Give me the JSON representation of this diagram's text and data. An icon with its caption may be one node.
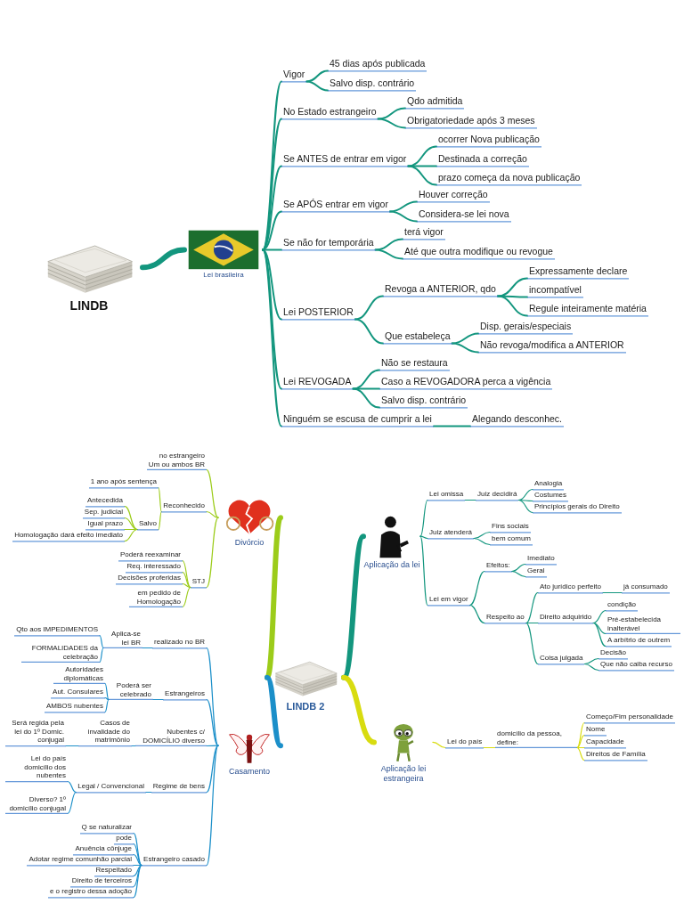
{
  "diagram": {
    "nodes": [
      {
        "text": [
          "LINDB"
        ]
      },
      {
        "text": [
          "Lei brasileira"
        ]
      },
      {
        "text": [
          "Vigor"
        ]
      },
      {
        "text": [
          "45 dias após publicada"
        ]
      },
      {
        "text": [
          "Salvo disp. contrário"
        ]
      },
      {
        "text": [
          "No Estado estrangeiro"
        ]
      },
      {
        "text": [
          "Qdo admitida"
        ]
      },
      {
        "text": [
          "Obrigatoriedade após 3 meses"
        ]
      },
      {
        "text": [
          "Se ANTES de entrar em vigor"
        ]
      },
      {
        "text": [
          "ocorrer Nova publicação"
        ]
      },
      {
        "text": [
          "Destinada a correção"
        ]
      },
      {
        "text": [
          "prazo começa da nova publicação"
        ]
      },
      {
        "text": [
          "Se APÓS entrar em vigor"
        ]
      },
      {
        "text": [
          "Houver correção"
        ]
      },
      {
        "text": [
          "Considera-se lei nova"
        ]
      },
      {
        "text": [
          "Se não for temporária"
        ]
      },
      {
        "text": [
          "terá vigor"
        ]
      },
      {
        "text": [
          "Até que outra modifique ou revogue"
        ]
      },
      {
        "text": [
          "Lei POSTERIOR"
        ]
      },
      {
        "text": [
          "Revoga a ANTERIOR, qdo"
        ]
      },
      {
        "text": [
          "Expressamente declare"
        ]
      },
      {
        "text": [
          "incompatível"
        ]
      },
      {
        "text": [
          "Regule inteiramente matéria"
        ]
      },
      {
        "text": [
          "Que estabeleça"
        ]
      },
      {
        "text": [
          "Disp. gerais/especiais"
        ]
      },
      {
        "text": [
          "Não revoga/modifica a ANTERIOR"
        ]
      },
      {
        "text": [
          "Lei REVOGADA"
        ]
      },
      {
        "text": [
          "Não se restaura"
        ]
      },
      {
        "text": [
          "Caso a REVOGADORA perca a vigência"
        ]
      },
      {
        "text": [
          "Salvo disp. contrário"
        ]
      },
      {
        "text": [
          "Ninguém se escusa de cumprir a lei"
        ]
      },
      {
        "text": [
          "Alegando desconhec."
        ]
      },
      {
        "text": [
          "LINDB 2"
        ]
      },
      {
        "text": [
          "Divórcio"
        ]
      },
      {
        "text": [
          "no estrangeiro",
          "Um ou ambos BR"
        ]
      },
      {
        "text": [
          "Reconhecido"
        ]
      },
      {
        "text": [
          "1 ano após sentença"
        ]
      },
      {
        "text": [
          "Salvo"
        ]
      },
      {
        "text": [
          "Antecedida"
        ]
      },
      {
        "text": [
          "Sep. judicial"
        ]
      },
      {
        "text": [
          "Igual prazo"
        ]
      },
      {
        "text": [
          "Homologação dará efeito imediato"
        ]
      },
      {
        "text": [
          "STJ"
        ]
      },
      {
        "text": [
          "Poderá reexaminar"
        ]
      },
      {
        "text": [
          "Req. interessado"
        ]
      },
      {
        "text": [
          "Decisões proferidas"
        ]
      },
      {
        "text": [
          "em pedido de Homologação"
        ]
      },
      {
        "text": [
          "Casamento"
        ]
      },
      {
        "text": [
          "realizado no BR"
        ]
      },
      {
        "text": [
          "Aplica-se lei BR"
        ]
      },
      {
        "text": [
          "Qto aos IMPEDIMENTOS"
        ]
      },
      {
        "text": [
          "FORMALIDADES da celebração"
        ]
      },
      {
        "text": [
          "Estrangeiros"
        ]
      },
      {
        "text": [
          "Poderá ser celebrado"
        ]
      },
      {
        "text": [
          "Autoridades diplomáticas"
        ]
      },
      {
        "text": [
          "Aut. Consulares"
        ]
      },
      {
        "text": [
          "AMBOS nubentes"
        ]
      },
      {
        "text": [
          "Nubentes c/ DOMICÍLIO diverso"
        ]
      },
      {
        "text": [
          "Casos de invalidade do matrimônio"
        ]
      },
      {
        "text": [
          "Será regida pela lei do 1º Domic. conjugal"
        ]
      },
      {
        "text": [
          "Regime de bens"
        ]
      },
      {
        "text": [
          "Legal / Convencional"
        ]
      },
      {
        "text": [
          "Lei do país domicílio dos nubentes"
        ]
      },
      {
        "text": [
          "Diverso? 1º domicílio conjugal"
        ]
      },
      {
        "text": [
          "Estrangeiro casado"
        ]
      },
      {
        "text": [
          "Q se naturalizar"
        ]
      },
      {
        "text": [
          "pode"
        ]
      },
      {
        "text": [
          "Anuência cônjuge"
        ]
      },
      {
        "text": [
          "Adotar regime comunhão parcial"
        ]
      },
      {
        "text": [
          "Respeitado"
        ]
      },
      {
        "text": [
          "Direito de terceiros"
        ]
      },
      {
        "text": [
          "e o registro dessa adoção"
        ]
      },
      {
        "text": [
          "Aplicação da lei"
        ]
      },
      {
        "text": [
          "Lei omissa"
        ]
      },
      {
        "text": [
          "Juiz decidirá"
        ]
      },
      {
        "text": [
          "Analogia"
        ]
      },
      {
        "text": [
          "Costumes"
        ]
      },
      {
        "text": [
          "Princípios gerais do Direito"
        ]
      },
      {
        "text": [
          "Juiz atenderá"
        ]
      },
      {
        "text": [
          "Fins sociais"
        ]
      },
      {
        "text": [
          "bem comum"
        ]
      },
      {
        "text": [
          "Lei em vigor"
        ]
      },
      {
        "text": [
          "Efeitos:"
        ]
      },
      {
        "text": [
          "Imediato"
        ]
      },
      {
        "text": [
          "Geral"
        ]
      },
      {
        "text": [
          "Respeito ao"
        ]
      },
      {
        "text": [
          "Ato jurídico perfeito"
        ]
      },
      {
        "text": [
          "já consumado"
        ]
      },
      {
        "text": [
          "Direito adquirido"
        ]
      },
      {
        "text": [
          "condição"
        ]
      },
      {
        "text": [
          "Pré-estabelecida inalterável"
        ]
      },
      {
        "text": [
          "A arbítrio de outrem"
        ]
      },
      {
        "text": [
          "Coisa julgada"
        ]
      },
      {
        "text": [
          "Decisão"
        ]
      },
      {
        "text": [
          "Que não caiba recurso"
        ]
      },
      {
        "text": [
          "Aplicação lei estrangeira"
        ]
      },
      {
        "text": [
          "Lei do país"
        ]
      },
      {
        "text": [
          "domicílio da pessoa, define:"
        ]
      },
      {
        "text": [
          "Começo/Fim personalidade"
        ]
      },
      {
        "text": [
          "Nome"
        ]
      },
      {
        "text": [
          "Capacidade"
        ]
      },
      {
        "text": [
          "Direitos de Família"
        ]
      }
    ],
    "edges": [
      {
        "from": 0,
        "to": 1,
        "arrow": "none",
        "style": "thick"
      },
      {
        "from": 1,
        "to": 2,
        "arrow": "none"
      },
      {
        "from": 1,
        "to": 5,
        "arrow": "none"
      },
      {
        "from": 1,
        "to": 8,
        "arrow": "none"
      },
      {
        "from": 1,
        "to": 12,
        "arrow": "none"
      },
      {
        "from": 1,
        "to": 15,
        "arrow": "none"
      },
      {
        "from": 1,
        "to": 18,
        "arrow": "none"
      },
      {
        "from": 1,
        "to": 26,
        "arrow": "none"
      },
      {
        "from": 1,
        "to": 30,
        "arrow": "none"
      },
      {
        "from": 2,
        "to": 3,
        "arrow": "none"
      },
      {
        "from": 2,
        "to": 4,
        "arrow": "none"
      },
      {
        "from": 5,
        "to": 6,
        "arrow": "none"
      },
      {
        "from": 5,
        "to": 7,
        "arrow": "none"
      },
      {
        "from": 8,
        "to": 9,
        "arrow": "none"
      },
      {
        "from": 8,
        "to": 10,
        "arrow": "none"
      },
      {
        "from": 8,
        "to": 11,
        "arrow": "none"
      },
      {
        "from": 12,
        "to": 13,
        "arrow": "none"
      },
      {
        "from": 12,
        "to": 14,
        "arrow": "none"
      },
      {
        "from": 15,
        "to": 16,
        "arrow": "none"
      },
      {
        "from": 15,
        "to": 17,
        "arrow": "none"
      },
      {
        "from": 18,
        "to": 19,
        "arrow": "none"
      },
      {
        "from": 18,
        "to": 23,
        "arrow": "none"
      },
      {
        "from": 19,
        "to": 20,
        "arrow": "none"
      },
      {
        "from": 19,
        "to": 21,
        "arrow": "none"
      },
      {
        "from": 19,
        "to": 22,
        "arrow": "none"
      },
      {
        "from": 23,
        "to": 24,
        "arrow": "none"
      },
      {
        "from": 23,
        "to": 25,
        "arrow": "none"
      },
      {
        "from": 26,
        "to": 27,
        "arrow": "none"
      },
      {
        "from": 26,
        "to": 28,
        "arrow": "none"
      },
      {
        "from": 26,
        "to": 29,
        "arrow": "none"
      },
      {
        "from": 30,
        "to": 31,
        "arrow": "none"
      },
      {
        "from": 32,
        "to": 33,
        "arrow": "none",
        "style": "thick",
        "color": "#9ccc1a"
      },
      {
        "from": 32,
        "to": 47,
        "arrow": "none",
        "style": "thick",
        "color": "#1b8fc9"
      },
      {
        "from": 32,
        "to": 72,
        "arrow": "none",
        "style": "thick"
      },
      {
        "from": 32,
        "to": 95,
        "arrow": "none",
        "style": "thick",
        "color": "#d8dc10"
      },
      {
        "from": 33,
        "to": 34,
        "arrow": "none",
        "color": "#9ccc1a"
      },
      {
        "from": 33,
        "to": 35,
        "arrow": "none",
        "color": "#9ccc1a"
      },
      {
        "from": 33,
        "to": 42,
        "arrow": "none",
        "color": "#9ccc1a"
      },
      {
        "from": 35,
        "to": 36,
        "arrow": "none",
        "color": "#9ccc1a"
      },
      {
        "from": 35,
        "to": 37,
        "arrow": "none",
        "color": "#9ccc1a"
      },
      {
        "from": 37,
        "to": 38,
        "arrow": "none",
        "color": "#9ccc1a"
      },
      {
        "from": 37,
        "to": 39,
        "arrow": "none",
        "color": "#9ccc1a"
      },
      {
        "from": 37,
        "to": 40,
        "arrow": "none",
        "color": "#9ccc1a"
      },
      {
        "from": 37,
        "to": 41,
        "arrow": "none",
        "color": "#9ccc1a"
      },
      {
        "from": 42,
        "to": 43,
        "arrow": "none",
        "color": "#9ccc1a"
      },
      {
        "from": 42,
        "to": 44,
        "arrow": "none",
        "color": "#9ccc1a"
      },
      {
        "from": 42,
        "to": 45,
        "arrow": "none",
        "color": "#9ccc1a"
      },
      {
        "from": 42,
        "to": 46,
        "arrow": "none",
        "color": "#9ccc1a"
      },
      {
        "from": 47,
        "to": 48,
        "arrow": "none",
        "color": "#1b8fc9"
      },
      {
        "from": 47,
        "to": 52,
        "arrow": "none",
        "color": "#1b8fc9"
      },
      {
        "from": 47,
        "to": 57,
        "arrow": "none",
        "color": "#1b8fc9"
      },
      {
        "from": 47,
        "to": 60,
        "arrow": "none",
        "color": "#1b8fc9"
      },
      {
        "from": 47,
        "to": 64,
        "arrow": "none",
        "color": "#1b8fc9"
      },
      {
        "from": 48,
        "to": 49,
        "arrow": "none",
        "color": "#1b8fc9"
      },
      {
        "from": 49,
        "to": 50,
        "arrow": "none",
        "color": "#1b8fc9"
      },
      {
        "from": 49,
        "to": 51,
        "arrow": "none",
        "color": "#1b8fc9"
      },
      {
        "from": 52,
        "to": 53,
        "arrow": "none",
        "color": "#1b8fc9"
      },
      {
        "from": 53,
        "to": 54,
        "arrow": "none",
        "color": "#1b8fc9"
      },
      {
        "from": 53,
        "to": 55,
        "arrow": "none",
        "color": "#1b8fc9"
      },
      {
        "from": 53,
        "to": 56,
        "arrow": "none",
        "color": "#1b8fc9"
      },
      {
        "from": 57,
        "to": 58,
        "arrow": "none",
        "color": "#1b8fc9"
      },
      {
        "from": 58,
        "to": 59,
        "arrow": "none",
        "color": "#1b8fc9"
      },
      {
        "from": 60,
        "to": 61,
        "arrow": "none",
        "color": "#1b8fc9"
      },
      {
        "from": 61,
        "to": 62,
        "arrow": "none",
        "color": "#1b8fc9"
      },
      {
        "from": 61,
        "to": 63,
        "arrow": "none",
        "color": "#1b8fc9"
      },
      {
        "from": 64,
        "to": 65,
        "arrow": "none",
        "color": "#1b8fc9"
      },
      {
        "from": 64,
        "to": 66,
        "arrow": "none",
        "color": "#1b8fc9"
      },
      {
        "from": 64,
        "to": 67,
        "arrow": "none",
        "color": "#1b8fc9"
      },
      {
        "from": 64,
        "to": 68,
        "arrow": "none",
        "color": "#1b8fc9"
      },
      {
        "from": 64,
        "to": 69,
        "arrow": "none",
        "color": "#1b8fc9"
      },
      {
        "from": 64,
        "to": 70,
        "arrow": "none",
        "color": "#1b8fc9"
      },
      {
        "from": 64,
        "to": 71,
        "arrow": "none",
        "color": "#1b8fc9"
      },
      {
        "from": 72,
        "to": 73,
        "arrow": "none"
      },
      {
        "from": 72,
        "to": 78,
        "arrow": "none"
      },
      {
        "from": 72,
        "to": 81,
        "arrow": "none"
      },
      {
        "from": 73,
        "to": 74,
        "arrow": "none"
      },
      {
        "from": 74,
        "to": 75,
        "arrow": "none"
      },
      {
        "from": 74,
        "to": 76,
        "arrow": "none"
      },
      {
        "from": 74,
        "to": 77,
        "arrow": "none"
      },
      {
        "from": 78,
        "to": 79,
        "arrow": "none"
      },
      {
        "from": 78,
        "to": 80,
        "arrow": "none"
      },
      {
        "from": 81,
        "to": 82,
        "arrow": "none"
      },
      {
        "from": 81,
        "to": 85,
        "arrow": "none"
      },
      {
        "from": 82,
        "to": 83,
        "arrow": "none"
      },
      {
        "from": 82,
        "to": 84,
        "arrow": "none"
      },
      {
        "from": 85,
        "to": 86,
        "arrow": "none"
      },
      {
        "from": 85,
        "to": 88,
        "arrow": "none"
      },
      {
        "from": 85,
        "to": 92,
        "arrow": "none"
      },
      {
        "from": 86,
        "to": 87,
        "arrow": "none"
      },
      {
        "from": 88,
        "to": 89,
        "arrow": "none"
      },
      {
        "from": 88,
        "to": 90,
        "arrow": "none"
      },
      {
        "from": 88,
        "to": 91,
        "arrow": "none"
      },
      {
        "from": 92,
        "to": 93,
        "arrow": "none"
      },
      {
        "from": 92,
        "to": 94,
        "arrow": "none"
      },
      {
        "from": 95,
        "to": 96,
        "arrow": "none",
        "color": "#d8dc10"
      },
      {
        "from": 96,
        "to": 97,
        "arrow": "none",
        "color": "#d8dc10"
      },
      {
        "from": 97,
        "to": 98,
        "arrow": "none",
        "color": "#d8dc10"
      },
      {
        "from": 97,
        "to": 99,
        "arrow": "none",
        "color": "#d8dc10"
      },
      {
        "from": 97,
        "to": 100,
        "arrow": "none",
        "color": "#d8dc10"
      },
      {
        "from": 97,
        "to": 101,
        "arrow": "none",
        "color": "#d8dc10"
      }
    ]
  }
}
